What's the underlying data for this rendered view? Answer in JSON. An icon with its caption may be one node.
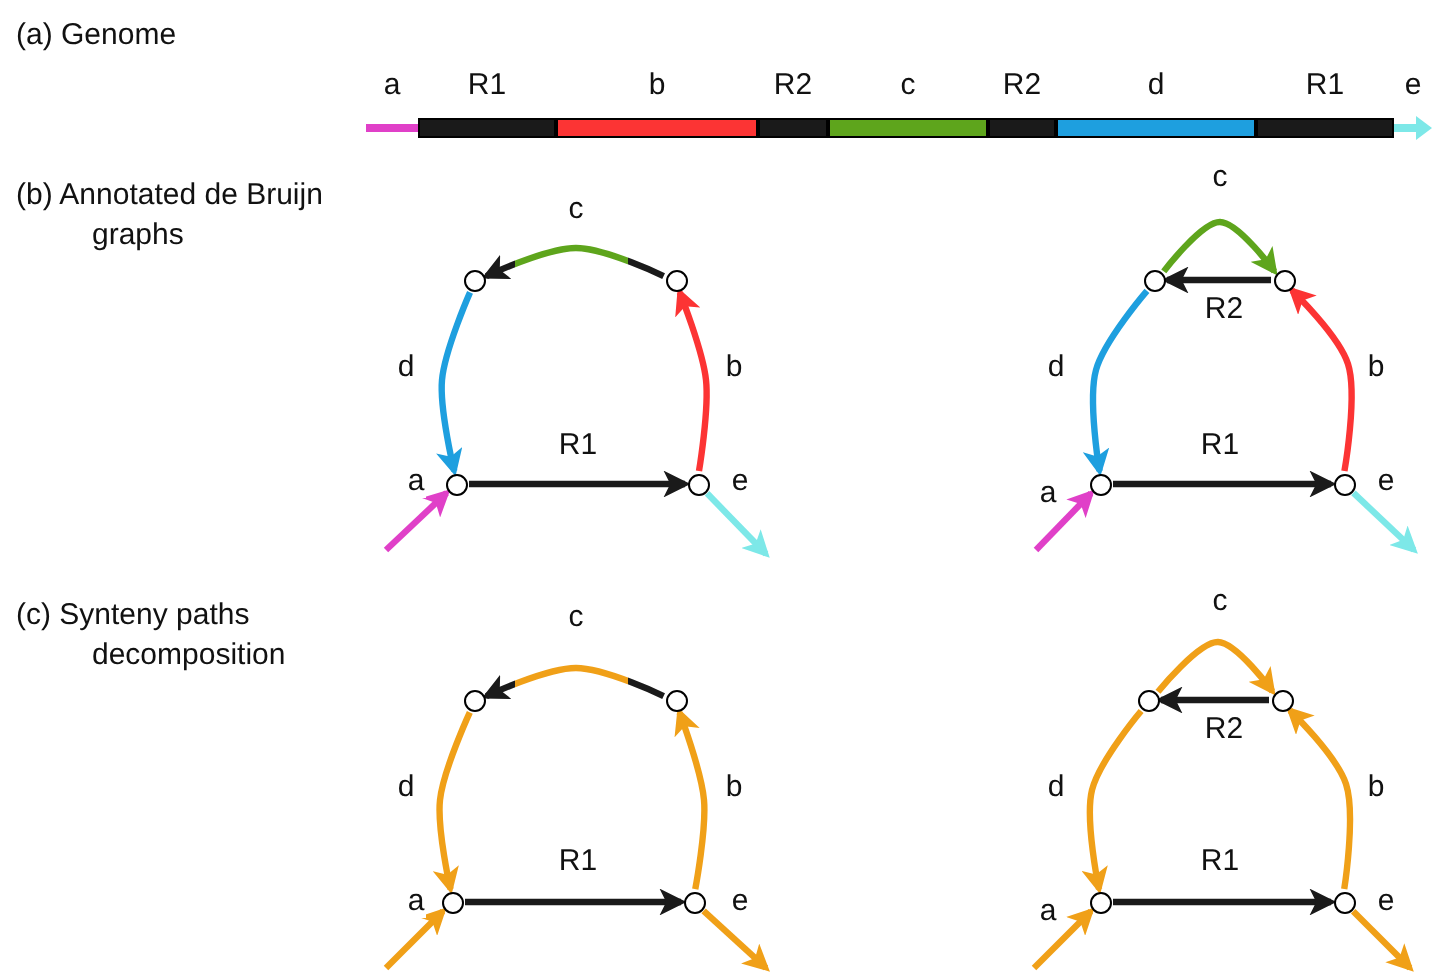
{
  "diagram": {
    "nodes": [
      {
        "text": [
          "a"
        ]
      },
      {
        "text": [
          "R1"
        ]
      },
      {
        "text": [
          "b"
        ]
      },
      {
        "text": [
          "R2"
        ]
      },
      {
        "text": [
          "c"
        ]
      },
      {
        "text": [
          "R2"
        ]
      },
      {
        "text": [
          "d"
        ]
      },
      {
        "text": [
          "R1"
        ]
      },
      {
        "text": [
          "e"
        ]
      },
      {
        "text": [],
        "shape": "circle"
      },
      {
        "text": [],
        "shape": "circle"
      },
      {
        "text": [],
        "shape": "circle"
      },
      {
        "text": [],
        "shape": "circle"
      },
      {
        "text": [],
        "shape": "circle"
      },
      {
        "text": [],
        "shape": "circle"
      },
      {
        "text": [],
        "shape": "circle"
      },
      {
        "text": [],
        "shape": "circle"
      },
      {
        "text": [],
        "shape": "circle"
      },
      {
        "text": [],
        "shape": "circle"
      },
      {
        "text": [],
        "shape": "circle"
      },
      {
        "text": [],
        "shape": "circle"
      },
      {
        "text": [],
        "shape": "circle"
      },
      {
        "text": [],
        "shape": "circle"
      },
      {
        "text": [],
        "shape": "circle"
      },
      {
        "text": [],
        "shape": "circle"
      }
    ],
    "edges": [
      {
        "from": null,
        "to": 11,
        "arrow": "to",
        "label": "a",
        "color": "#e040c8"
      },
      {
        "from": 11,
        "to": 12,
        "arrow": "to",
        "label": "R1",
        "color": "#1a1a1a"
      },
      {
        "from": 12,
        "to": 10,
        "arrow": "to",
        "label": "b",
        "color": "#fc3434"
      },
      {
        "from": 10,
        "to": 9,
        "arrow": "to",
        "label": "c",
        "color": "#5ea51c"
      },
      {
        "from": 9,
        "to": 11,
        "arrow": "to",
        "label": "d",
        "color": "#1e9fdf"
      },
      {
        "from": 12,
        "to": null,
        "arrow": "to",
        "label": "e",
        "color": "#7de8e8"
      },
      {
        "from": null,
        "to": 15,
        "arrow": "to",
        "label": "a",
        "color": "#e040c8"
      },
      {
        "from": 15,
        "to": 16,
        "arrow": "to",
        "label": "R1",
        "color": "#1a1a1a"
      },
      {
        "from": 16,
        "to": 14,
        "arrow": "to",
        "label": "b",
        "color": "#fc3434"
      },
      {
        "from": 14,
        "to": 13,
        "arrow": "to",
        "label": "R2",
        "color": "#1a1a1a"
      },
      {
        "from": 13,
        "to": 14,
        "arrow": "to",
        "label": "c",
        "color": "#5ea51c"
      },
      {
        "from": 13,
        "to": 15,
        "arrow": "to",
        "label": "d",
        "color": "#1e9fdf"
      },
      {
        "from": 16,
        "to": null,
        "arrow": "to",
        "label": "e",
        "color": "#7de8e8"
      },
      {
        "from": null,
        "to": 19,
        "arrow": "to",
        "label": "a",
        "color": "#f0a018"
      },
      {
        "from": 19,
        "to": 20,
        "arrow": "to",
        "label": "R1",
        "color": "#1a1a1a"
      },
      {
        "from": 20,
        "to": 18,
        "arrow": "to",
        "label": "b",
        "color": "#f0a018"
      },
      {
        "from": 18,
        "to": 17,
        "arrow": "to",
        "label": "c",
        "color": "#f0a018"
      },
      {
        "from": 17,
        "to": 19,
        "arrow": "to",
        "label": "d",
        "color": "#f0a018"
      },
      {
        "from": 20,
        "to": null,
        "arrow": "to",
        "label": "e",
        "color": "#f0a018"
      },
      {
        "from": null,
        "to": 23,
        "arrow": "to",
        "label": "a",
        "color": "#f0a018"
      },
      {
        "from": 23,
        "to": 24,
        "arrow": "to",
        "label": "R1",
        "color": "#1a1a1a"
      },
      {
        "from": 24,
        "to": 22,
        "arrow": "to",
        "label": "b",
        "color": "#f0a018"
      },
      {
        "from": 22,
        "to": 21,
        "arrow": "to",
        "label": "R2",
        "color": "#1a1a1a"
      },
      {
        "from": 21,
        "to": 22,
        "arrow": "to",
        "label": "c",
        "color": "#f0a018"
      },
      {
        "from": 21,
        "to": 23,
        "arrow": "to",
        "label": "d",
        "color": "#f0a018"
      },
      {
        "from": 24,
        "to": null,
        "arrow": "to",
        "label": "e",
        "color": "#f0a018"
      }
    ],
    "labels": [
      "(a) Genome",
      "(b) Annotated de Bruijn graphs",
      "(c) Synteny paths decomposition"
    ]
  }
}
